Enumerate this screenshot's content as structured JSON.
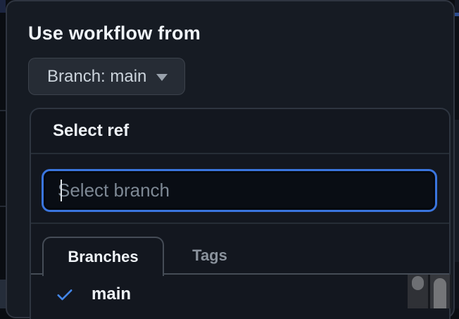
{
  "popover": {
    "title": "Use workflow from",
    "branch_button": {
      "label": "Branch: main",
      "icon": "triangle-down"
    },
    "select_panel": {
      "title": "Select ref",
      "search_input": {
        "placeholder": "Select branch",
        "value": ""
      },
      "tabs": [
        {
          "label": "Branches",
          "active": true
        },
        {
          "label": "Tags",
          "active": false
        }
      ],
      "list": [
        {
          "label": "main",
          "selected": true,
          "icon": "check"
        }
      ]
    }
  },
  "colors": {
    "focus_ring": "#3a75de",
    "check": "#4386e8",
    "popover_bg": "#161b23",
    "panel_bg": "#13171f",
    "input_bg": "#090d14"
  }
}
